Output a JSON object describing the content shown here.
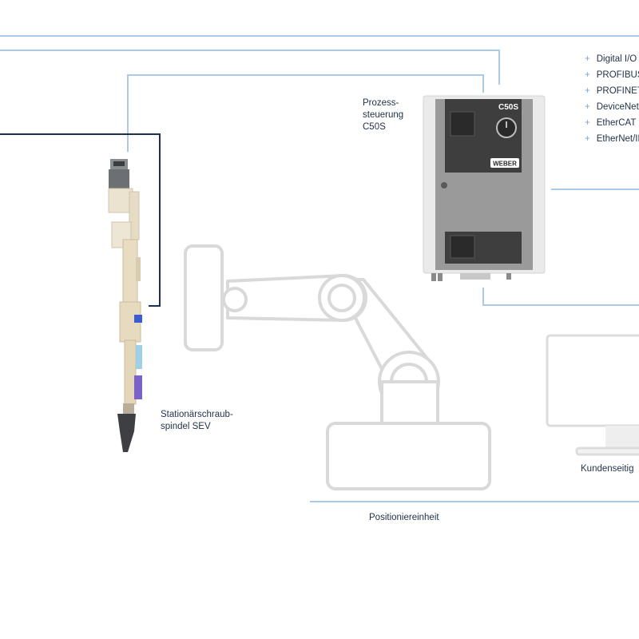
{
  "labels": {
    "controller_line1": "Prozess-",
    "controller_line2": "steuerung",
    "controller_line3": "C50S",
    "spindle_line1": "Stationärschraub-",
    "spindle_line2": "spindel SEV",
    "positioning_unit": "Positioniereinheit",
    "customer_side": "Kundenseitig"
  },
  "controller_panel": {
    "model": "C50S",
    "brand": "WEBER"
  },
  "interfaces": [
    "Digital I/O",
    "PROFIBUS",
    "PROFINET",
    "DeviceNet",
    "EtherCAT",
    "EtherNet/IP"
  ],
  "colors": {
    "light_line": "#aacbe6",
    "dark_line": "#1d2f57",
    "outline": "#d9d9d9",
    "text": "#1f3147",
    "plus": "#7aa6cf"
  },
  "icons": {
    "bullet": "+"
  }
}
